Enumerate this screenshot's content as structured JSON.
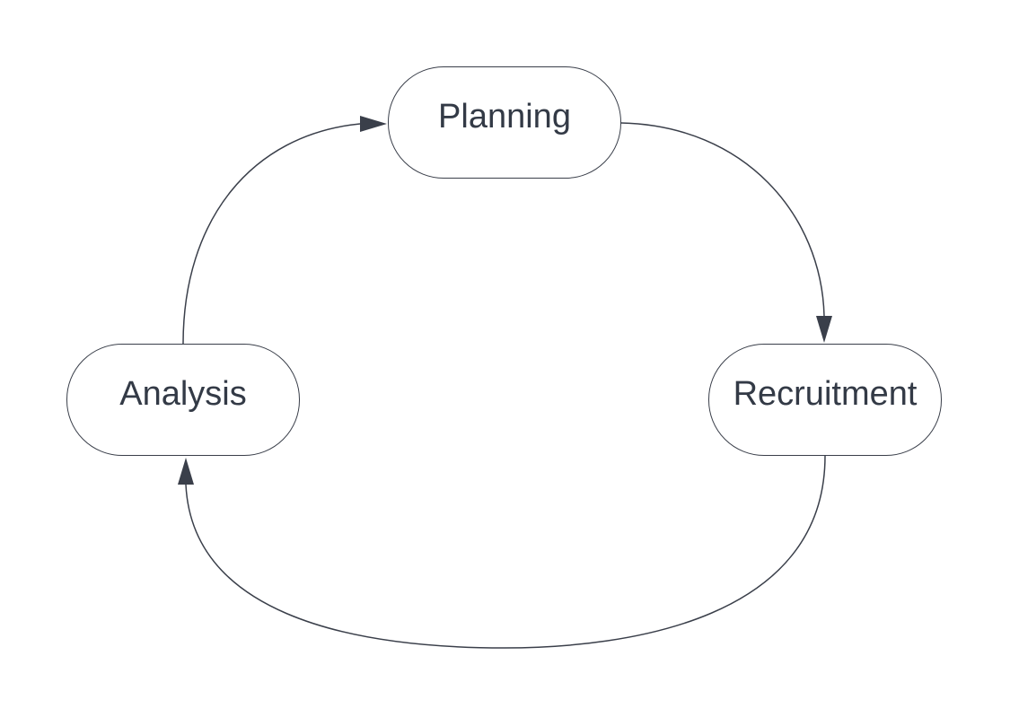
{
  "diagram": {
    "type": "cycle-flowchart",
    "nodes": [
      {
        "id": "planning",
        "label": "Planning",
        "shape": "rounded-pill"
      },
      {
        "id": "recruitment",
        "label": "Recruitment",
        "shape": "rounded-pill"
      },
      {
        "id": "analysis",
        "label": "Analysis",
        "shape": "rounded-pill"
      }
    ],
    "edges": [
      {
        "from": "planning",
        "to": "recruitment",
        "style": "curved-arrow"
      },
      {
        "from": "recruitment",
        "to": "analysis",
        "style": "curved-arrow"
      },
      {
        "from": "analysis",
        "to": "planning",
        "style": "curved-arrow"
      }
    ],
    "colors": {
      "stroke": "#3a3f4a",
      "text": "#333a46",
      "fill": "#ffffff",
      "background": "#ffffff"
    }
  }
}
